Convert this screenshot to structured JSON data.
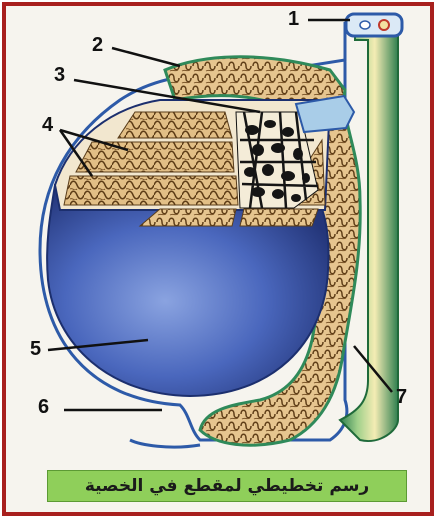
{
  "caption": "رسم تخطيطي لمقطع في الخصية",
  "labels": {
    "n1": "1",
    "n2": "2",
    "n3": "3",
    "n4": "4",
    "n5": "5",
    "n6": "6",
    "n7": "7"
  },
  "colors": {
    "frame": "#a8201e",
    "tunica": "#6f86c9",
    "testis_body": "#3f5fb3",
    "tubules": "#d9b37a",
    "tubule_lines": "#6b4a22",
    "epididymis_edge": "#2f8a5a",
    "vas_deferens": "#f1e6a8",
    "caption_bg": "#8fcf5a"
  }
}
